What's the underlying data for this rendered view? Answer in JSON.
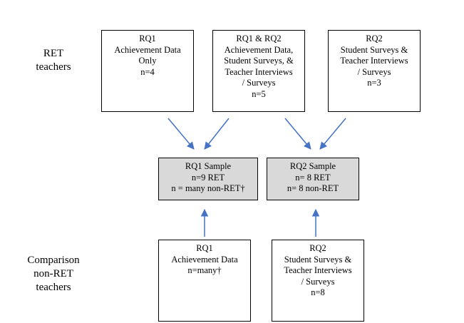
{
  "row_labels": {
    "ret": [
      "RET",
      "teachers"
    ],
    "comparison": [
      "Comparison",
      "non-RET",
      "teachers"
    ]
  },
  "boxes": {
    "top_left": [
      "RQ1",
      "Achievement Data",
      "Only",
      "n=4"
    ],
    "top_middle": [
      "RQ1 & RQ2",
      "Achievement Data,",
      "Student Surveys, &",
      "Teacher Interviews",
      "/ Surveys",
      "n=5"
    ],
    "top_right": [
      "RQ2",
      "Student Surveys &",
      "Teacher Interviews",
      "/ Surveys",
      "n=3"
    ],
    "rq1_sample": [
      "RQ1 Sample",
      "n=9 RET",
      "n = many non-RET†"
    ],
    "rq2_sample": [
      "RQ2 Sample",
      "n= 8 RET",
      "n= 8 non-RET"
    ],
    "bottom_left": [
      "RQ1",
      "Achievement Data",
      "n=many†"
    ],
    "bottom_right": [
      "RQ2",
      "Student Surveys &",
      "Teacher Interviews",
      "/ Surveys",
      "n=8"
    ]
  },
  "colors": {
    "arrow": "#4472c4",
    "sample_fill": "#d9d9d9",
    "border": "#000000"
  }
}
